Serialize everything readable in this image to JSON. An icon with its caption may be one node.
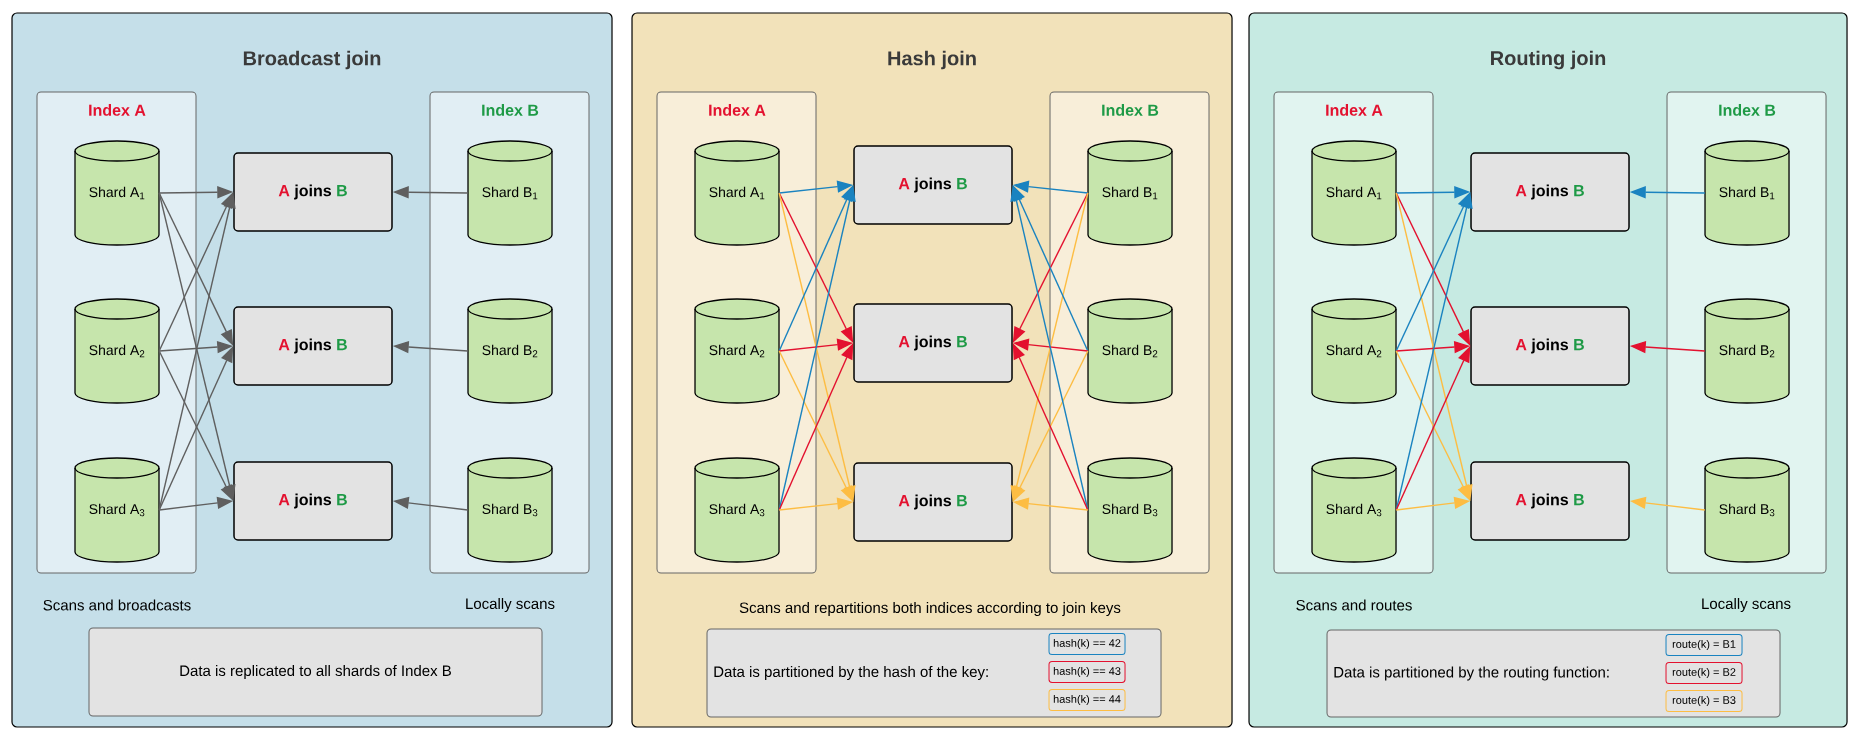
{
  "diagram": {
    "nodes": [
      {
        "text": [
          "Broadcast join"
        ]
      },
      {
        "text": [
          "Index A"
        ],
        "in": 0
      },
      {
        "text": [
          "Shard A$_{1}$"
        ],
        "in": 1
      },
      {
        "text": [
          "Shard A$_{2}$"
        ],
        "in": 1
      },
      {
        "text": [
          "Shard A$_{3}$"
        ],
        "in": 1
      },
      {
        "text": [
          "A",
          "joins",
          "B"
        ],
        "in": 0
      },
      {
        "text": [
          "A",
          "joins",
          "B"
        ],
        "in": 0
      },
      {
        "text": [
          "A",
          "joins",
          "B"
        ],
        "in": 0
      },
      {
        "text": [
          "Index B"
        ],
        "in": 0
      },
      {
        "text": [
          "Shard B$_{1}$"
        ],
        "in": 8
      },
      {
        "text": [
          "Shard B$_{2}$"
        ],
        "in": 8
      },
      {
        "text": [
          "Shard B$_{3}$"
        ],
        "in": 8
      },
      {
        "text": [
          "Data is replicated to all shards of Index B"
        ],
        "in": 0
      },
      {
        "text": [
          "Hash join"
        ]
      },
      {
        "text": [
          "Index A"
        ],
        "in": 13
      },
      {
        "text": [
          "Shard A$_{1}$"
        ],
        "in": 14
      },
      {
        "text": [
          "Shard A$_{2}$"
        ],
        "in": 14
      },
      {
        "text": [
          "Shard A$_{3}$"
        ],
        "in": 14
      },
      {
        "text": [
          "A",
          "joins",
          "B"
        ],
        "in": 13
      },
      {
        "text": [
          "A",
          "joins",
          "B"
        ],
        "in": 13
      },
      {
        "text": [
          "A",
          "joins",
          "B"
        ],
        "in": 13
      },
      {
        "text": [
          "Index B"
        ],
        "in": 13
      },
      {
        "text": [
          "Shard B$_{1}$"
        ],
        "in": 21
      },
      {
        "text": [
          "Shard B$_{2}$"
        ],
        "in": 21
      },
      {
        "text": [
          "Shard B$_{3}$"
        ],
        "in": 21
      },
      {
        "text": [
          "Data is partitioned by the hash of the key:"
        ],
        "in": 13
      },
      {
        "text": [
          "Routing join"
        ]
      },
      {
        "text": [
          "Index A"
        ],
        "in": 26
      },
      {
        "text": [
          "Shard A$_{1}$"
        ],
        "in": 27
      },
      {
        "text": [
          "Shard A$_{2}$"
        ],
        "in": 27
      },
      {
        "text": [
          "Shard A$_{3}$"
        ],
        "in": 27
      },
      {
        "text": [
          "A",
          "joins",
          "B"
        ],
        "in": 26
      },
      {
        "text": [
          "A",
          "joins",
          "B"
        ],
        "in": 26
      },
      {
        "text": [
          "A",
          "joins",
          "B"
        ],
        "in": 26
      },
      {
        "text": [
          "Index B"
        ],
        "in": 26
      },
      {
        "text": [
          "Shard B$_{1}$"
        ],
        "in": 34
      },
      {
        "text": [
          "Shard B$_{2}$"
        ],
        "in": 34
      },
      {
        "text": [
          "Shard B$_{3}$"
        ],
        "in": 34
      },
      {
        "text": [
          "Data is partitioned by the routing function:"
        ],
        "in": 26
      }
    ],
    "edges": [
      {
        "from": 2,
        "to": 5,
        "arrow": "to"
      },
      {
        "from": 2,
        "to": 6,
        "arrow": "to"
      },
      {
        "from": 2,
        "to": 7,
        "arrow": "to"
      },
      {
        "from": 3,
        "to": 5,
        "arrow": "to"
      },
      {
        "from": 3,
        "to": 6,
        "arrow": "to"
      },
      {
        "from": 3,
        "to": 7,
        "arrow": "to"
      },
      {
        "from": 4,
        "to": 5,
        "arrow": "to"
      },
      {
        "from": 4,
        "to": 6,
        "arrow": "to"
      },
      {
        "from": 4,
        "to": 7,
        "arrow": "to"
      },
      {
        "from": 9,
        "to": 5,
        "arrow": "to"
      },
      {
        "from": 10,
        "to": 6,
        "arrow": "to"
      },
      {
        "from": 11,
        "to": 7,
        "arrow": "to"
      },
      {
        "from": 15,
        "to": 18,
        "arrow": "to",
        "color": "#1a83c0"
      },
      {
        "from": 15,
        "to": 19,
        "arrow": "to",
        "color": "#e3112f"
      },
      {
        "from": 15,
        "to": 20,
        "arrow": "to",
        "color": "#fdbd43"
      },
      {
        "from": 16,
        "to": 18,
        "arrow": "to",
        "color": "#1a83c0"
      },
      {
        "from": 16,
        "to": 19,
        "arrow": "to",
        "color": "#e3112f"
      },
      {
        "from": 16,
        "to": 20,
        "arrow": "to",
        "color": "#fdbd43"
      },
      {
        "from": 17,
        "to": 18,
        "arrow": "to",
        "color": "#1a83c0"
      },
      {
        "from": 17,
        "to": 19,
        "arrow": "to",
        "color": "#e3112f"
      },
      {
        "from": 17,
        "to": 20,
        "arrow": "to",
        "color": "#fdbd43"
      },
      {
        "from": 22,
        "to": 18,
        "arrow": "to",
        "color": "#1a83c0"
      },
      {
        "from": 22,
        "to": 19,
        "arrow": "to",
        "color": "#e3112f"
      },
      {
        "from": 22,
        "to": 20,
        "arrow": "to",
        "color": "#fdbd43"
      },
      {
        "from": 23,
        "to": 18,
        "arrow": "to",
        "color": "#1a83c0"
      },
      {
        "from": 23,
        "to": 19,
        "arrow": "to",
        "color": "#e3112f"
      },
      {
        "from": 23,
        "to": 20,
        "arrow": "to",
        "color": "#fdbd43"
      },
      {
        "from": 24,
        "to": 18,
        "arrow": "to",
        "color": "#1a83c0"
      },
      {
        "from": 24,
        "to": 19,
        "arrow": "to",
        "color": "#e3112f"
      },
      {
        "from": 24,
        "to": 20,
        "arrow": "to",
        "color": "#fdbd43"
      },
      {
        "from": 28,
        "to": 31,
        "arrow": "to",
        "color": "#1a83c0"
      },
      {
        "from": 28,
        "to": 32,
        "arrow": "to",
        "color": "#e3112f"
      },
      {
        "from": 28,
        "to": 33,
        "arrow": "to",
        "color": "#fdbd43"
      },
      {
        "from": 29,
        "to": 31,
        "arrow": "to",
        "color": "#1a83c0"
      },
      {
        "from": 29,
        "to": 32,
        "arrow": "to",
        "color": "#e3112f"
      },
      {
        "from": 29,
        "to": 33,
        "arrow": "to",
        "color": "#fdbd43"
      },
      {
        "from": 30,
        "to": 31,
        "arrow": "to",
        "color": "#1a83c0"
      },
      {
        "from": 30,
        "to": 32,
        "arrow": "to",
        "color": "#e3112f"
      },
      {
        "from": 30,
        "to": 33,
        "arrow": "to",
        "color": "#fdbd43"
      },
      {
        "from": 35,
        "to": 31,
        "arrow": "to",
        "color": "#1a83c0"
      },
      {
        "from": 36,
        "to": 32,
        "arrow": "to",
        "color": "#e3112f"
      },
      {
        "from": 37,
        "to": 33,
        "arrow": "to",
        "color": "#fdbd43"
      }
    ],
    "labels": [
      "Scans and broadcasts",
      "Locally scans",
      "Scans and repartitions both indices according to join keys",
      "Scans and routes",
      "Locally scans"
    ],
    "legend": [
      {
        "text": "hash(k) == 42",
        "color": "#1a83c0"
      },
      {
        "text": "hash(k) == 43",
        "color": "#e3112f"
      },
      {
        "text": "hash(k) == 44",
        "color": "#fdbd43"
      },
      {
        "text": "route(k) = B1",
        "color": "#1a83c0"
      },
      {
        "text": "route(k) = B2",
        "color": "#e3112f"
      },
      {
        "text": "route(k) = B3",
        "color": "#fdbd43"
      }
    ]
  }
}
